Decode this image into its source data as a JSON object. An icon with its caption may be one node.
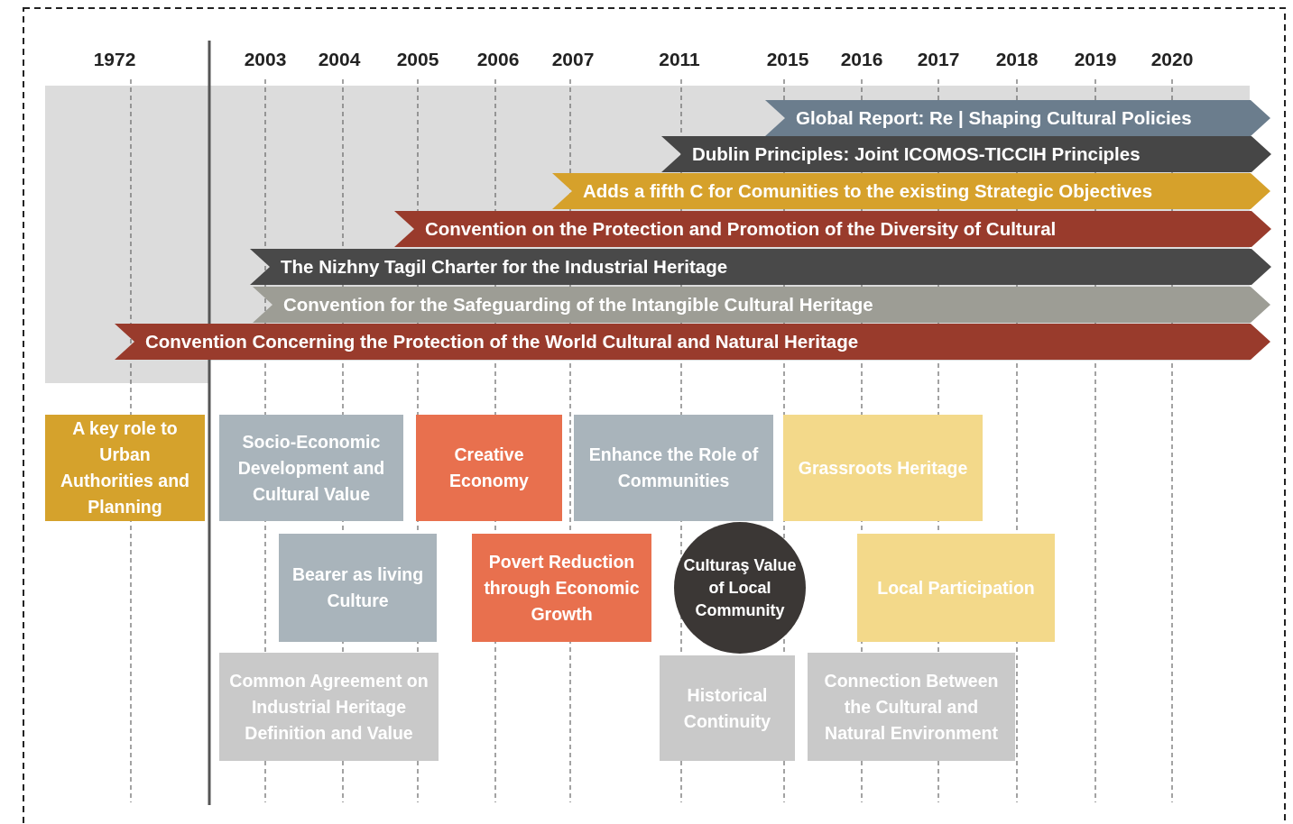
{
  "diagram": {
    "nodes": [
      {
        "text": [
          "Global Report: Re | Shaping Cultural Policies"
        ]
      },
      {
        "text": [
          "Dublin Principles: Joint ICOMOS-TICCIH Principles"
        ]
      },
      {
        "text": [
          "Adds a fifth C for Comunities to the existing Strategic Objectives"
        ]
      },
      {
        "text": [
          "Convention on the Protection and Promotion of the Diversity of Cultural"
        ]
      },
      {
        "text": [
          "The Nizhny Tagil Charter for the Industrial Heritage"
        ]
      },
      {
        "text": [
          "Convention for the Safeguarding of the Intangible Cultural Heritage"
        ]
      },
      {
        "text": [
          "Convention Concerning the Protection of the World Cultural and Natural Heritage"
        ]
      },
      {
        "text": [
          "A key role to Urban Authorities and Planning"
        ]
      },
      {
        "text": [
          "Socio-Economic Development and Cultural Value"
        ]
      },
      {
        "text": [
          "Creative Economy"
        ]
      },
      {
        "text": [
          "Enhance the Role of Communities"
        ]
      },
      {
        "text": [
          "Grassroots Heritage"
        ]
      },
      {
        "text": [
          "Bearer as living Culture"
        ]
      },
      {
        "text": [
          "Povert Reduction through Economic Growth"
        ]
      },
      {
        "text": [
          "Culturaş Value of Local Community"
        ]
      },
      {
        "text": [
          "Local Participation"
        ]
      },
      {
        "text": [
          "Common Agreement on Industrial Heritage Definition and Value"
        ]
      },
      {
        "text": [
          "Historical Continuity"
        ]
      },
      {
        "text": [
          "Connection Between the Cultural and Natural Environment"
        ]
      }
    ],
    "labels": [
      "1972",
      "2003",
      "2004",
      "2005",
      "2006",
      "2007",
      "2011",
      "2015",
      "2016",
      "2017",
      "2018",
      "2019",
      "2020"
    ]
  }
}
